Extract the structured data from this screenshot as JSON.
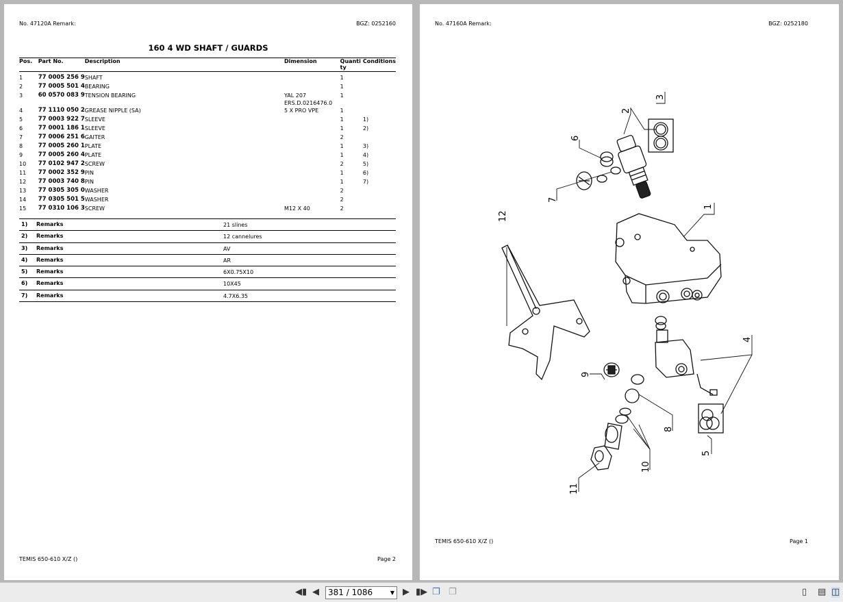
{
  "left_page": {
    "header_left": "No. 47120A   Remark:",
    "header_right": "BGZ: 0252160",
    "title": "160 4 WD SHAFT / GUARDS",
    "columns": [
      "Pos.",
      "Part No.",
      "Description",
      "Dimension",
      "Quantity",
      "Conditions"
    ],
    "rows": [
      {
        "pos": "1",
        "part": "77 0005 256 9",
        "desc": "SHAFT",
        "dim": "",
        "qty": "1",
        "cond": ""
      },
      {
        "pos": "2",
        "part": "77 0005 501 4",
        "desc": "BEARING",
        "dim": "",
        "qty": "1",
        "cond": ""
      },
      {
        "pos": "3",
        "part": "60 0570 083 9",
        "desc": "TENSION BEARING",
        "dim": "YAL 207",
        "dim2": "ERS.D.0216476.0",
        "qty": "1",
        "cond": ""
      },
      {
        "pos": "4",
        "part": "77 1110 050 2",
        "desc": "GREASE NIPPLE (SA)",
        "dim": "5 X PRO VPE",
        "qty": "1",
        "cond": ""
      },
      {
        "pos": "5",
        "part": "77 0003 922 7",
        "desc": "SLEEVE",
        "dim": "",
        "qty": "1",
        "cond": "1)"
      },
      {
        "pos": "6",
        "part": "77 0001 186 1",
        "desc": "SLEEVE",
        "dim": "",
        "qty": "1",
        "cond": "2)"
      },
      {
        "pos": "7",
        "part": "77 0006 251 6",
        "desc": "GAITER",
        "dim": "",
        "qty": "2",
        "cond": ""
      },
      {
        "pos": "8",
        "part": "77 0005 260 1",
        "desc": "PLATE",
        "dim": "",
        "qty": "1",
        "cond": "3)"
      },
      {
        "pos": "9",
        "part": "77 0005 260 4",
        "desc": "PLATE",
        "dim": "",
        "qty": "1",
        "cond": "4)"
      },
      {
        "pos": "10",
        "part": "77 0102 947 2",
        "desc": "SCREW",
        "dim": "",
        "qty": "2",
        "cond": "5)"
      },
      {
        "pos": "11",
        "part": "77 0002 352 9",
        "desc": "PIN",
        "dim": "",
        "qty": "1",
        "cond": "6)"
      },
      {
        "pos": "12",
        "part": "77 0003 740 8",
        "desc": "PIN",
        "dim": "",
        "qty": "1",
        "cond": "7)"
      },
      {
        "pos": "13",
        "part": "77 0305 305 0",
        "desc": "WASHER",
        "dim": "",
        "qty": "2",
        "cond": ""
      },
      {
        "pos": "14",
        "part": "77 0305 501 5",
        "desc": "WASHER",
        "dim": "",
        "qty": "2",
        "cond": ""
      },
      {
        "pos": "15",
        "part": "77 0310 106 3",
        "desc": "SCREW",
        "dim": "M12 X 40",
        "qty": "2",
        "cond": ""
      }
    ],
    "remarks": [
      {
        "num": "1)",
        "label": "Remarks",
        "value": "21 slines"
      },
      {
        "num": "2)",
        "label": "Remarks",
        "value": "12 cannelures"
      },
      {
        "num": "3)",
        "label": "Remarks",
        "value": "AV"
      },
      {
        "num": "4)",
        "label": "Remarks",
        "value": "AR"
      },
      {
        "num": "5)",
        "label": "Remarks",
        "value": "6X0.75X10"
      },
      {
        "num": "6)",
        "label": "Remarks",
        "value": "10X45"
      },
      {
        "num": "7)",
        "label": "Remarks",
        "value": "4.7X6.35"
      }
    ],
    "footer_left": "TEMIS 650-610 X/Z ()",
    "footer_right": "Page 2"
  },
  "right_page": {
    "header_left": "No. 47160A   Remark:",
    "header_right": "BGZ: 0252180",
    "callouts": [
      "1",
      "2",
      "3",
      "4",
      "5",
      "6",
      "7",
      "8",
      "9",
      "10",
      "11",
      "12"
    ],
    "footer_left": "TEMIS 650-610 X/Z ()",
    "footer_right": "Page 1"
  },
  "toolbar": {
    "page_value": "381 / 1086",
    "icons": [
      "first-page-icon",
      "prev-page-icon",
      "next-page-icon",
      "last-page-icon",
      "extract-pages-icon",
      "insert-pages-icon",
      "single-page-view-icon",
      "continuous-view-icon",
      "two-page-view-icon"
    ]
  }
}
